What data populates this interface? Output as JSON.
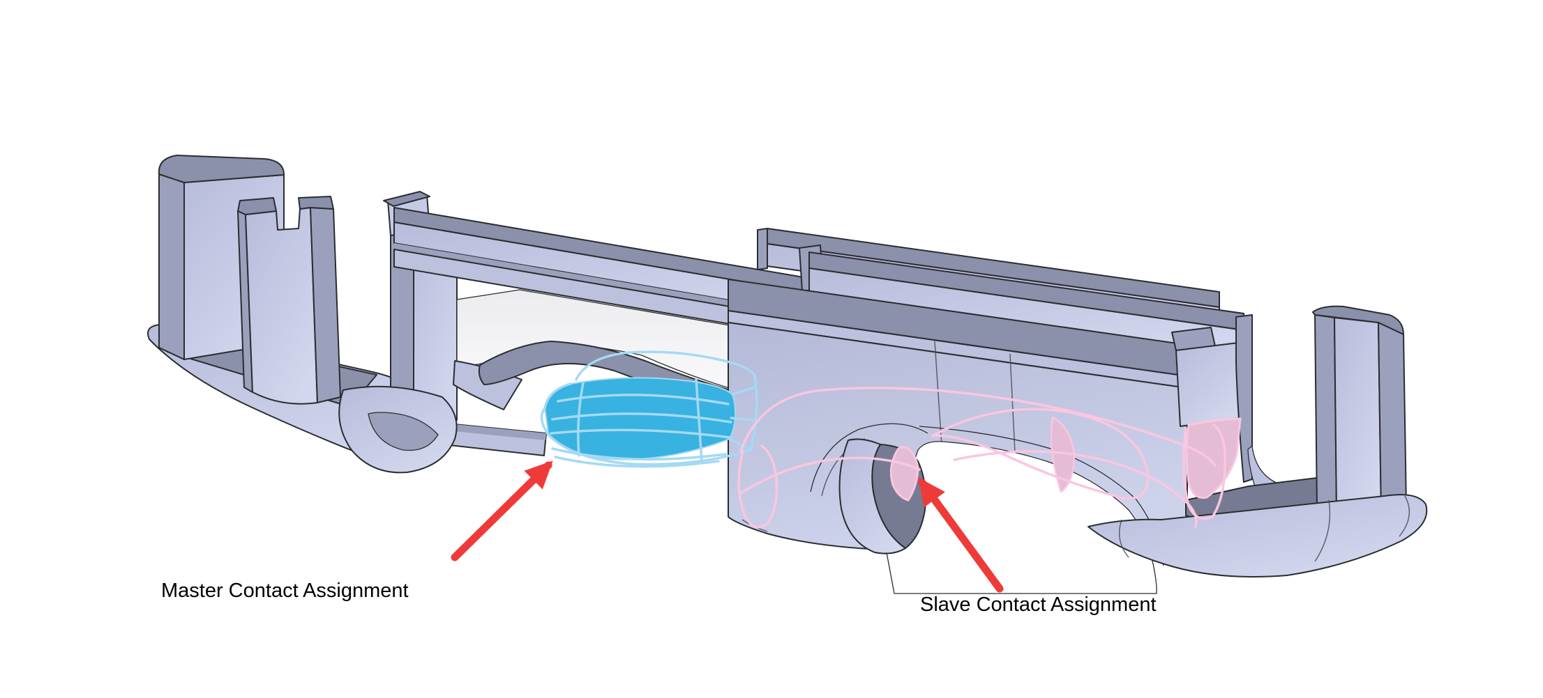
{
  "annotations": {
    "master": {
      "label": "Master Contact Assignment",
      "highlight": "cyan-contact-surface"
    },
    "slave": {
      "label": "Slave Contact Assignment",
      "highlight": "pink-contact-surfaces"
    }
  },
  "colors": {
    "background": "#ffffff",
    "outline": "#2b2c31",
    "body-light": "#c6cbe5",
    "body-light2": "#bcc1dd",
    "body-mid": "#9ba1bd",
    "body-dark": "#8b90ab",
    "body-deep": "#767b93",
    "master-fill": "#38b2e0",
    "master-wire": "#a5d9f4",
    "slave-fill": "#e4bcd4",
    "slave-wire": "#fac6e0",
    "arrow": "#ee3b3a",
    "label-text": "#000000"
  }
}
